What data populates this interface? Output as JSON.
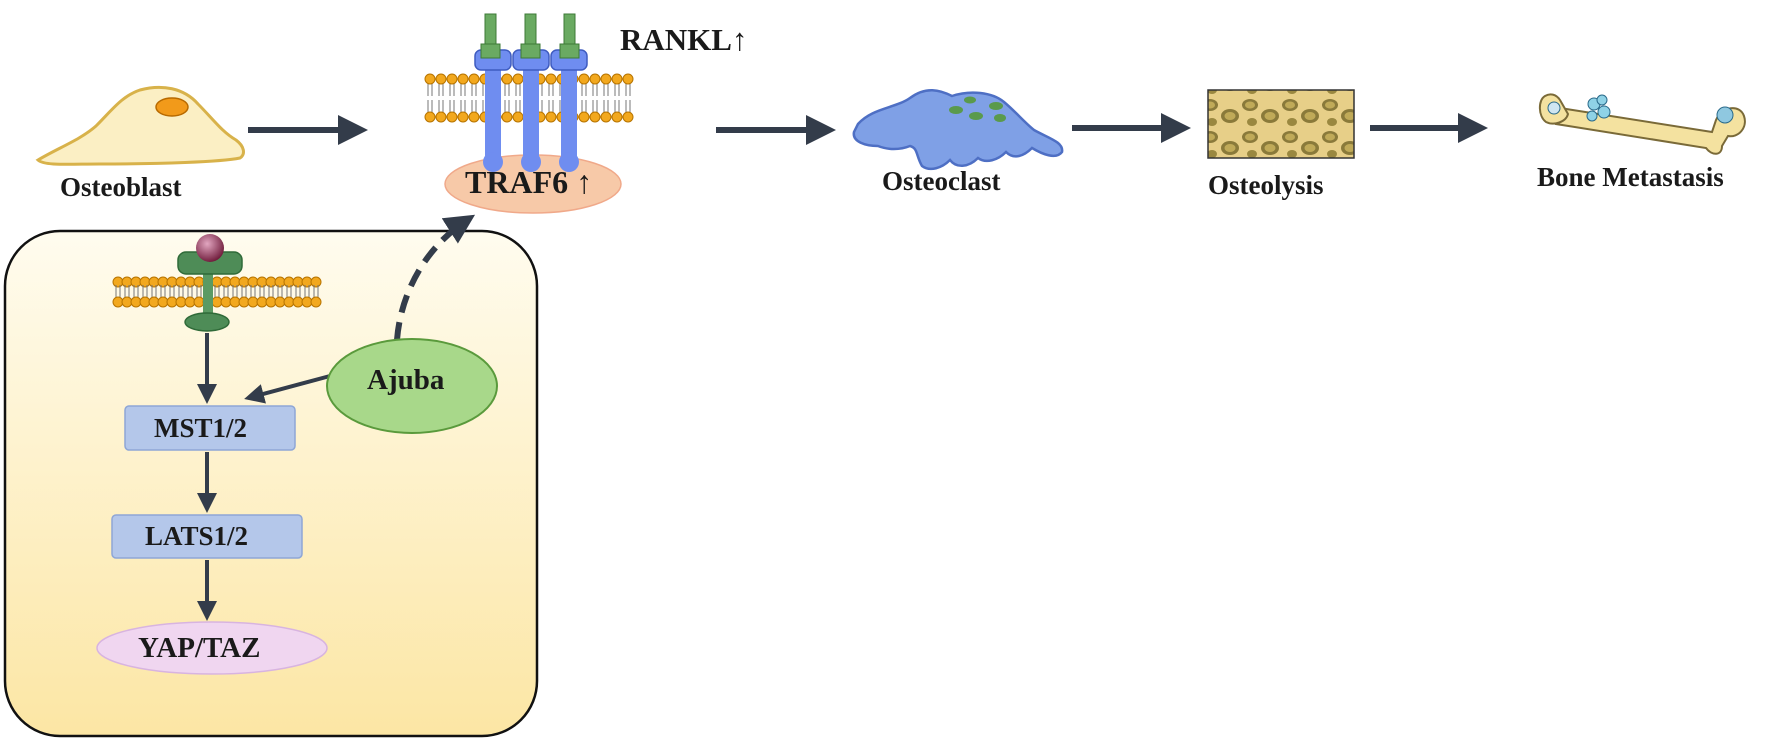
{
  "labels": {
    "osteoblast": "Osteoblast",
    "rankl": "RANKL↑",
    "traf6": "TRAF6 ↑",
    "osteoclast": "Osteoclast",
    "osteolysis": "Osteolysis",
    "bone_metastasis": "Bone Metastasis",
    "ajuba": "Ajuba",
    "mst": "MST1/2",
    "lats": "LATS1/2",
    "yap_taz": "YAP/TAZ"
  },
  "colors": {
    "arrow": "#333c4a",
    "panel_top": "#fffbea",
    "panel_bottom": "#fce8a8",
    "cell_fill": "#fbefc4",
    "cell_edge": "#d8b24a",
    "nucleus": "#f29a1a",
    "receptor": "#6f8df0",
    "ligand": "#6aaa62",
    "traf6": "#f7c9a8",
    "osteoclast": "#7fa0e6",
    "bone": "#e9d08a",
    "box_blue": "#b4c7ea",
    "ajuba": "#a8d88a",
    "yap": "#f0d6f0",
    "membrane_head": "#f2a81e"
  }
}
